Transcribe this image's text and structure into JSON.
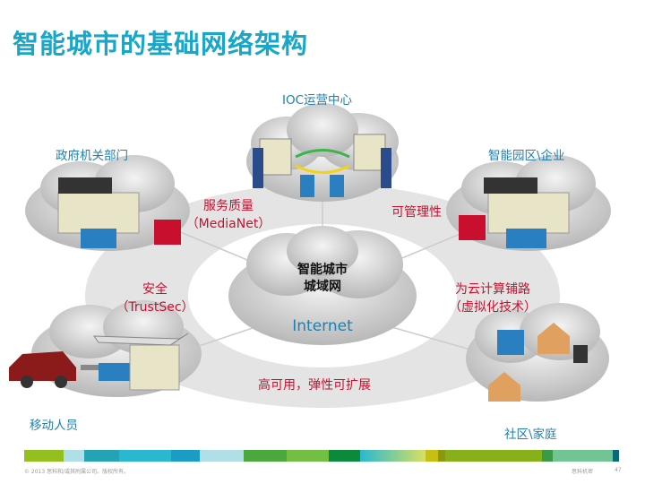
{
  "title": "智能城市的基础网络架构",
  "nodes": {
    "ioc": "IOC运营中心",
    "gov": "政府机关部门",
    "park": "智能园区\\企业",
    "mobile": "移动人员",
    "home": "社区\\家庭",
    "center_line1": "智能城市",
    "center_line2": "城域网",
    "internet": "Internet"
  },
  "features": {
    "qos_line1": "服务质量",
    "qos_line2": "（MediaNet）",
    "manage": "可管理性",
    "security_line1": "安全",
    "security_line2": "（TrustSec）",
    "cloud_line1": "为云计算铺路",
    "cloud_line2": "（虚拟化技术）",
    "ha": "高可用，弹性可扩展"
  },
  "footer": {
    "copyright": "© 2013 思科和/或其附属公司。版权所有。",
    "confidential": "思科机密",
    "page": "47"
  },
  "colors": {
    "title": "#1aa6c8",
    "red": "#c8102e",
    "blue": "#1f7fb0"
  }
}
